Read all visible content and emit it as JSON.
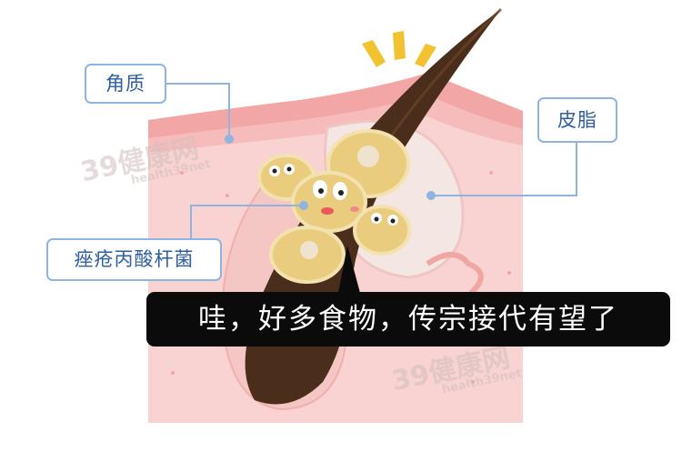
{
  "labels": {
    "keratin": "角质",
    "sebum": "皮脂",
    "bacteria": "痤疮丙酸杆菌"
  },
  "caption": "哇，好多食物，传宗接代有望了",
  "watermark": {
    "main": "39健康网",
    "sub": "health39net"
  },
  "colors": {
    "label_border": "#8fb4e0",
    "label_text": "#2f5f9e",
    "skin": "#f6c9c9",
    "skin_surface": "#f29a9a",
    "sebaceous_gland": "#f3e3e0",
    "hair": "#4a2d1a",
    "bacteria_fill": "#e9cc7d",
    "alert": "#f2c230",
    "caption_bg": "#0b0b0b"
  },
  "icons": [
    "alert-burst-icon",
    "bacteria-cluster-icon"
  ]
}
